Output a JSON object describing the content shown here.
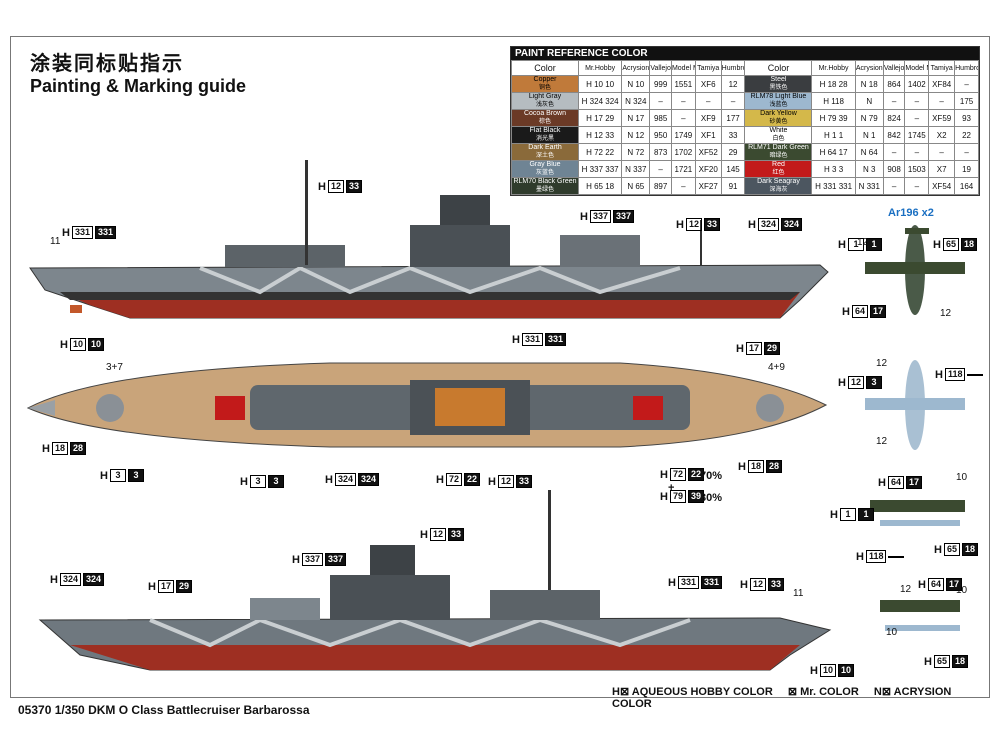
{
  "title_cn": "涂装同标贴指示",
  "title_en": "Painting & Marking guide",
  "caption": "05370 1/350 DKM O Class Battlecruiser Barbarossa",
  "legend": {
    "h": "H⊠ AQUEOUS HOBBY COLOR",
    "mr": "⊠ Mr. COLOR",
    "n": "N⊠ ACRYSION COLOR"
  },
  "paint_table": {
    "header": "PAINT REFERENCE COLOR",
    "columns": [
      "Color",
      "Mr.Hobby",
      "Acrysion",
      "Vallejo",
      "Model Master",
      "Tamiya",
      "Humbrol"
    ],
    "left": [
      {
        "name": "Copper",
        "cn": "铜色",
        "color": "#c07a3a",
        "h": "H 10 10",
        "n": "N 10",
        "vallejo": "999",
        "mm": "1551",
        "tamiya": "XF6",
        "humbrol": "12"
      },
      {
        "name": "Light Gray",
        "cn": "浅灰色",
        "color": "#b5bcc0",
        "h": "H 324 324",
        "n": "N 324",
        "vallejo": "–",
        "mm": "–",
        "tamiya": "–",
        "humbrol": "–"
      },
      {
        "name": "Cocoa Brown",
        "cn": "棕色",
        "color": "#6b3a26",
        "h": "H 17 29",
        "n": "N 17",
        "vallejo": "985",
        "mm": "–",
        "tamiya": "XF9",
        "humbrol": "177"
      },
      {
        "name": "Flat Black",
        "cn": "消光黑",
        "color": "#1a1a1a",
        "h": "H 12 33",
        "n": "N 12",
        "vallejo": "950",
        "mm": "1749",
        "tamiya": "XF1",
        "humbrol": "33"
      },
      {
        "name": "Dark Earth",
        "cn": "深土色",
        "color": "#8a6a3a",
        "h": "H 72 22",
        "n": "N 72",
        "vallejo": "873",
        "mm": "1702",
        "tamiya": "XF52",
        "humbrol": "29"
      },
      {
        "name": "Gray Blue",
        "cn": "灰蓝色",
        "color": "#6f8494",
        "h": "H 337 337",
        "n": "N 337",
        "vallejo": "–",
        "mm": "1721",
        "tamiya": "XF20",
        "humbrol": "145"
      },
      {
        "name": "RLM70 Black Green",
        "cn": "墨绿色",
        "color": "#2f3b2c",
        "h": "H 65 18",
        "n": "N 65",
        "vallejo": "897",
        "mm": "–",
        "tamiya": "XF27",
        "humbrol": "91"
      }
    ],
    "right": [
      {
        "name": "Steel",
        "cn": "黑铁色",
        "color": "#3a3d40",
        "h": "H 18 28",
        "n": "N 18",
        "vallejo": "864",
        "mm": "1402",
        "tamiya": "XF84",
        "humbrol": "–"
      },
      {
        "name": "RLM78 Light Blue",
        "cn": "浅蓝色",
        "color": "#9db8cf",
        "h": "H 118",
        "n": "N",
        "vallejo": "–",
        "mm": "–",
        "tamiya": "–",
        "humbrol": "175"
      },
      {
        "name": "Dark Yellow",
        "cn": "砂黄色",
        "color": "#d4b84a",
        "h": "H 79 39",
        "n": "N 79",
        "vallejo": "824",
        "mm": "–",
        "tamiya": "XF59",
        "humbrol": "93"
      },
      {
        "name": "White",
        "cn": "白色",
        "color": "#ffffff",
        "h": "H 1 1",
        "n": "N 1",
        "vallejo": "842",
        "mm": "1745",
        "tamiya": "X2",
        "humbrol": "22"
      },
      {
        "name": "RLM71 Dark Green",
        "cn": "暗绿色",
        "color": "#3b4a30",
        "h": "H 64 17",
        "n": "N 64",
        "vallejo": "–",
        "mm": "–",
        "tamiya": "–",
        "humbrol": "–"
      },
      {
        "name": "Red",
        "cn": "红色",
        "color": "#c21a1a",
        "h": "H 3 3",
        "n": "N 3",
        "vallejo": "908",
        "mm": "1503",
        "tamiya": "X7",
        "humbrol": "19"
      },
      {
        "name": "Dark Seagray",
        "cn": "深海灰",
        "color": "#4c5660",
        "h": "H 331 331",
        "n": "N 331",
        "vallejo": "–",
        "mm": "–",
        "tamiya": "XF54",
        "humbrol": "164"
      }
    ]
  },
  "callouts": {
    "c1": [
      "12",
      "33"
    ],
    "c2": [
      "331",
      "331"
    ],
    "c3": [
      "337",
      "337"
    ],
    "c4": [
      "12",
      "33"
    ],
    "c5": [
      "324",
      "324"
    ],
    "c6": [
      "10",
      "10"
    ],
    "c7": [
      "17",
      "29"
    ],
    "c8": [
      "331",
      "331"
    ],
    "c9": [
      "18",
      "28"
    ],
    "c10": [
      "3",
      "3"
    ],
    "c11": [
      "3",
      "3"
    ],
    "c12": [
      "324",
      "324"
    ],
    "c13": [
      "72",
      "22"
    ],
    "c14": [
      "12",
      "33"
    ],
    "c15": [
      "72",
      "22"
    ],
    "c16": [
      "79",
      "39"
    ],
    "c17": [
      "18",
      "28"
    ],
    "c18": [
      "12",
      "33"
    ],
    "c19": [
      "337",
      "337"
    ],
    "c20": [
      "324",
      "324"
    ],
    "c21": [
      "17",
      "29"
    ],
    "c22": [
      "331",
      "331"
    ],
    "c23": [
      "12",
      "33"
    ],
    "c24": [
      "10",
      "10"
    ],
    "p1": [
      "1",
      "1"
    ],
    "p2": [
      "65",
      "18"
    ],
    "p3": [
      "64",
      "17"
    ],
    "p4": [
      "12",
      "3"
    ],
    "p5": [
      "118",
      ""
    ],
    "p6": [
      "64",
      "17"
    ],
    "p7": [
      "1",
      "1"
    ],
    "p8": [
      "65",
      "18"
    ],
    "p9": [
      "118",
      ""
    ],
    "p10": [
      "64",
      "17"
    ],
    "p11": [
      "65",
      "18"
    ]
  },
  "pct": {
    "a": "70%",
    "b": "30%",
    "plus": "+"
  },
  "labels": {
    "n11a": "11",
    "n11b": "11",
    "n37": "3+7",
    "n49": "4+9",
    "n12a": "12",
    "n12b": "12",
    "n12c": "12",
    "n12d": "12",
    "n12e": "12",
    "n10a": "10",
    "n10b": "10",
    "n10c": "10"
  },
  "plane_title": "Ar196 x2"
}
